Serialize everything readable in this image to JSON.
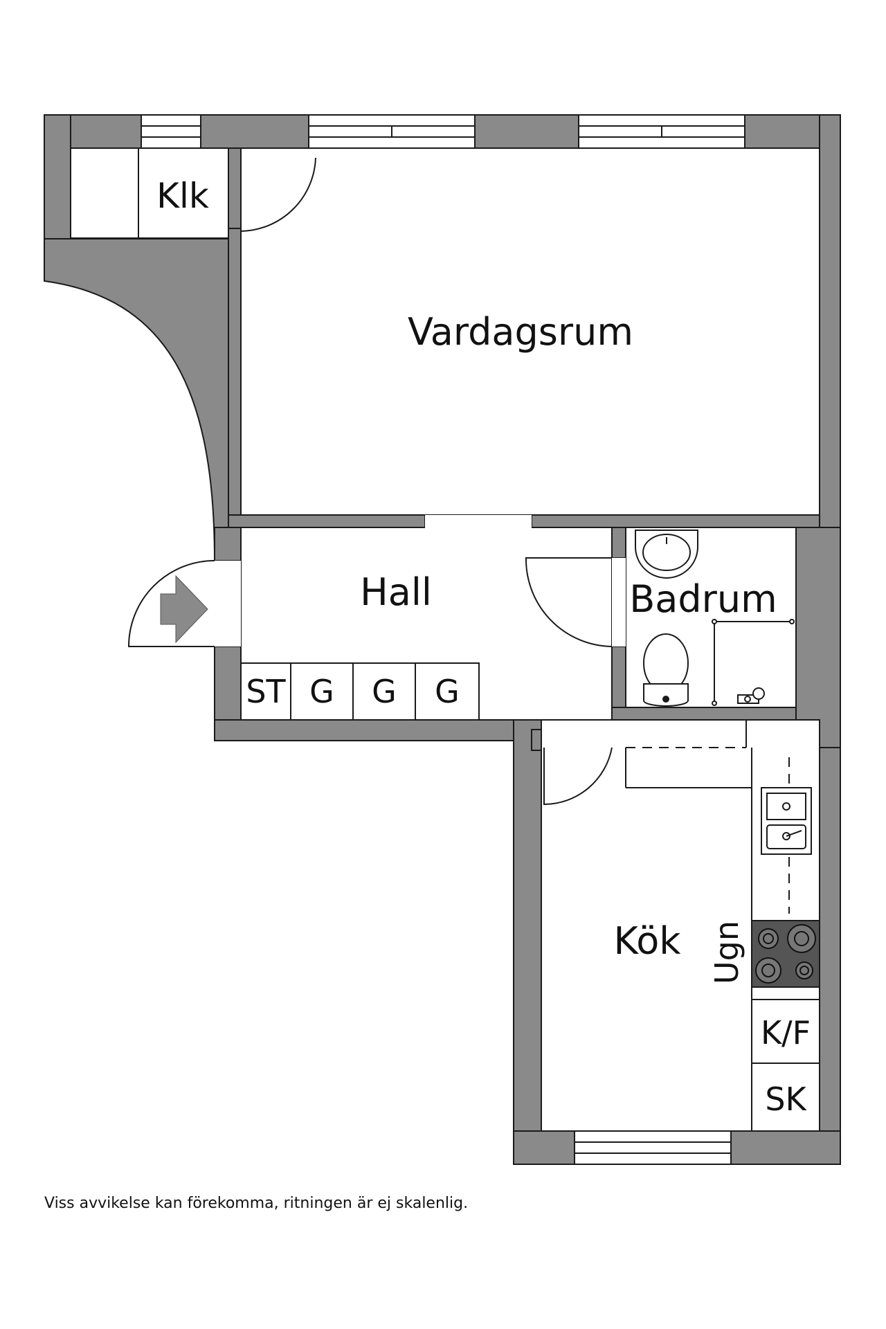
{
  "rooms": {
    "klk": "Klk",
    "vardagsrum": "Vardagsrum",
    "hall": "Hall",
    "badrum": "Badrum",
    "kok": "Kök"
  },
  "fixtures": {
    "st": "ST",
    "g1": "G",
    "g2": "G",
    "g3": "G",
    "ugn": "Ugn",
    "kf": "K/F",
    "sk": "SK"
  },
  "footer": {
    "disclaimer": "Viss avvikelse kan förekomma, ritningen är ej skalenlig."
  },
  "colors": {
    "wall": "#8a8a8a",
    "line": "#1a1a1a",
    "stove": "#555555",
    "entry_arrow": "#8a8a8a"
  }
}
